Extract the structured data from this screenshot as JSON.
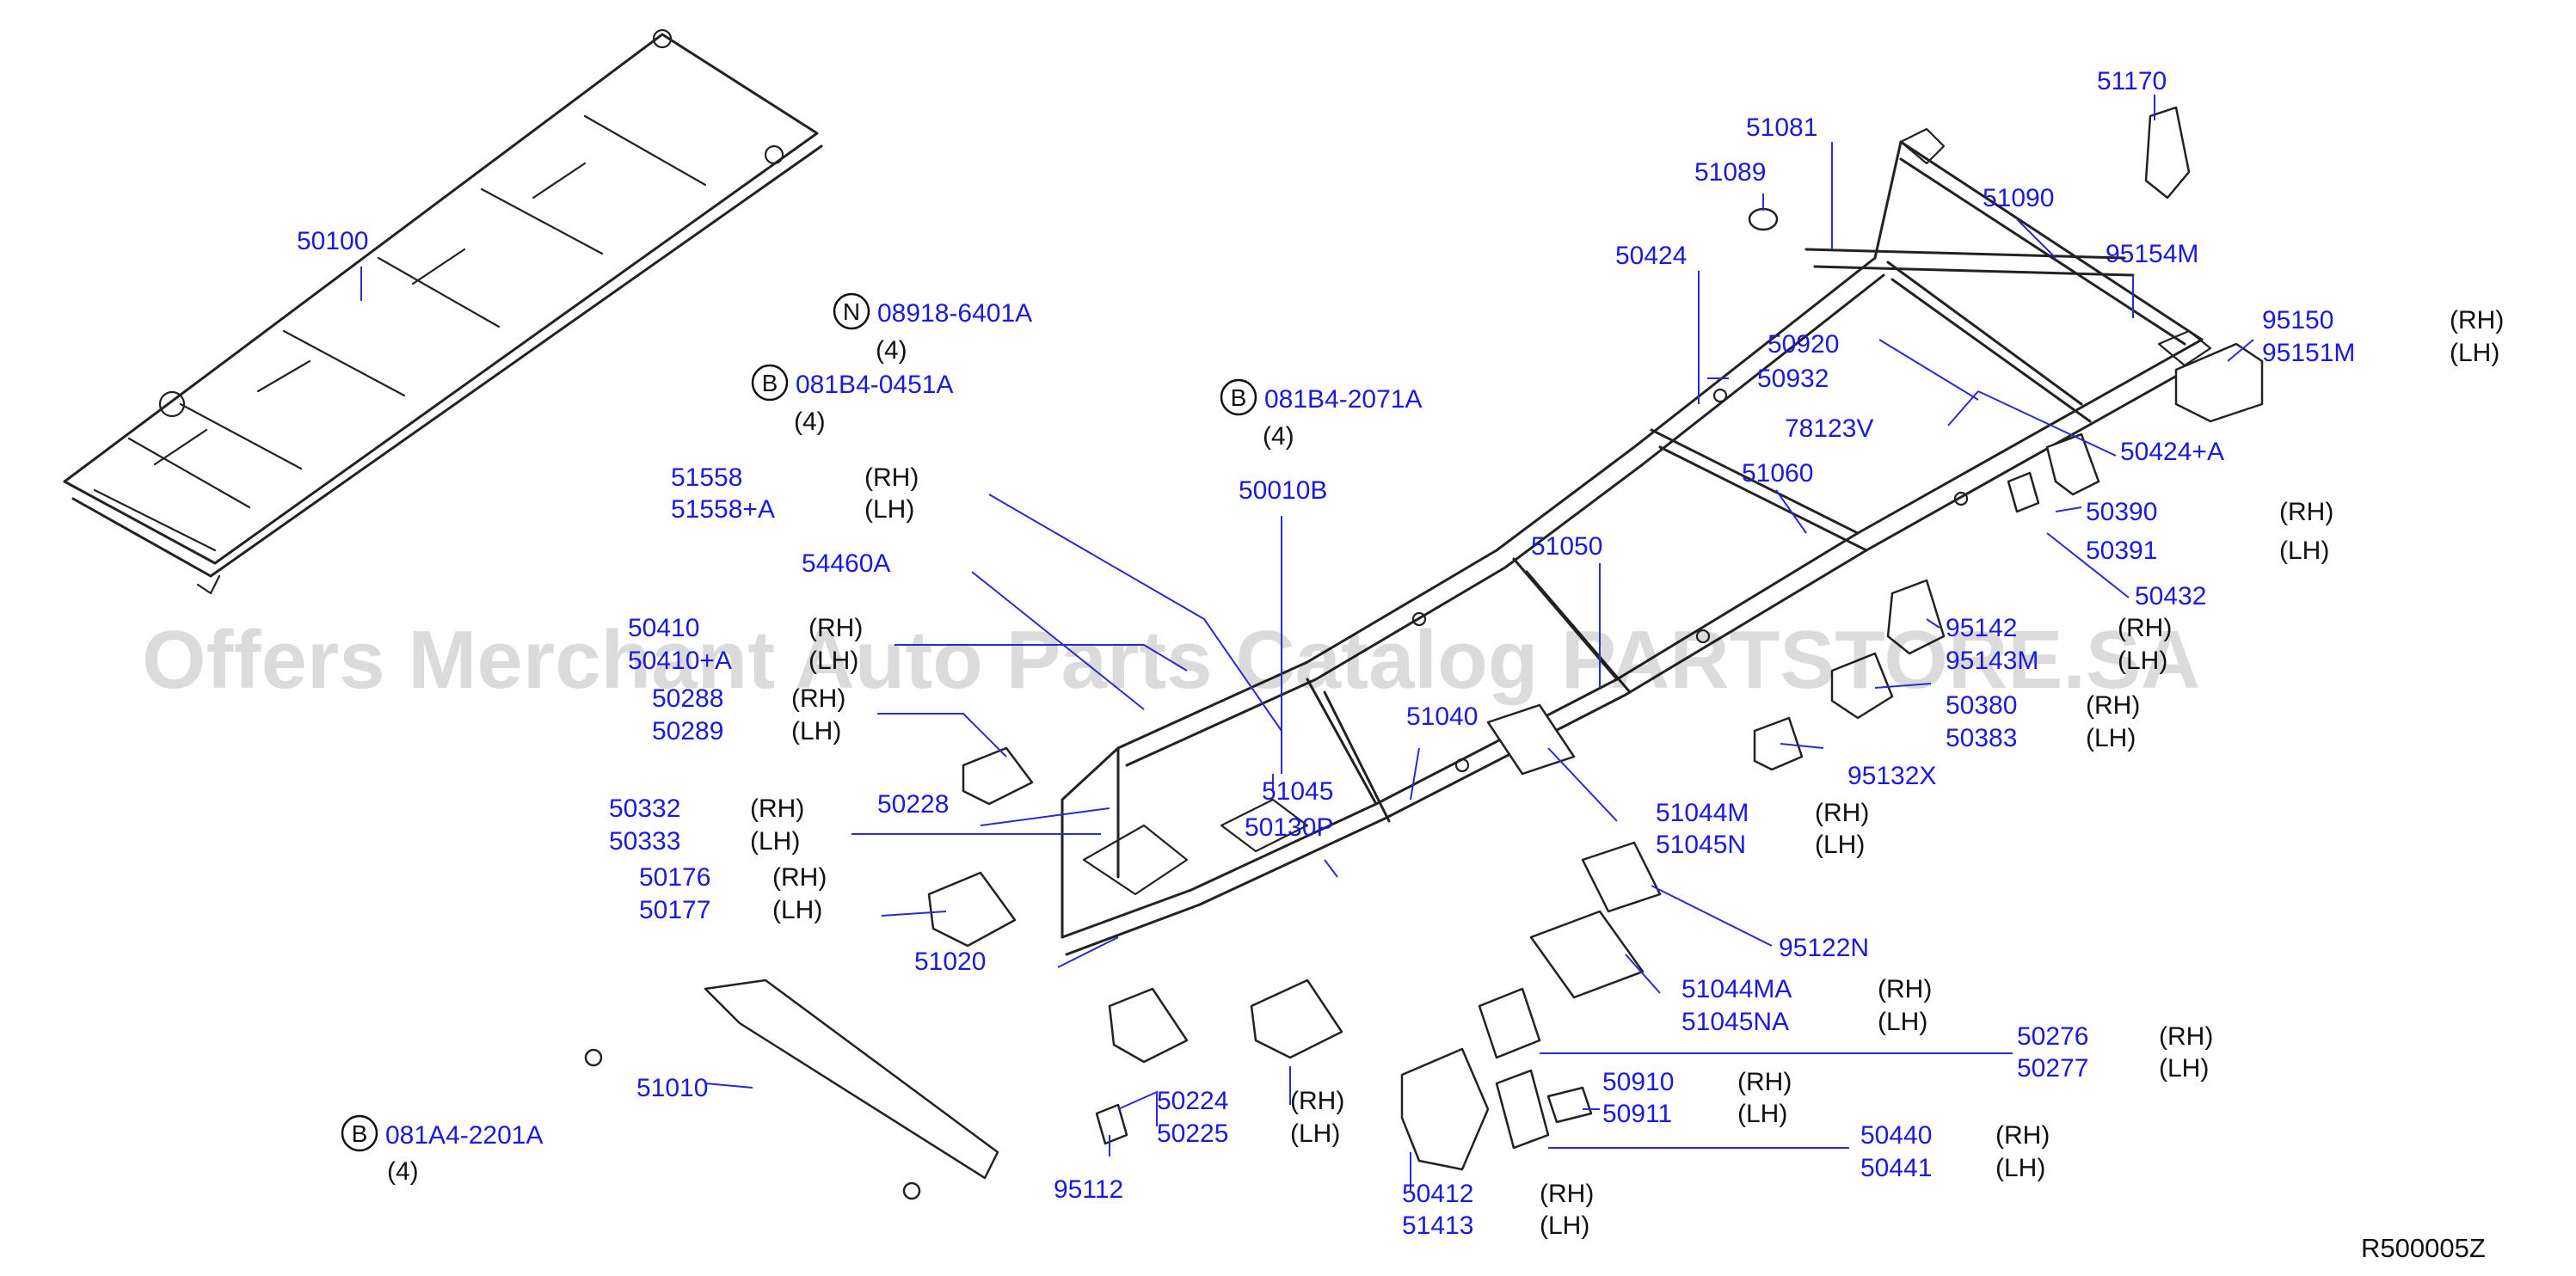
{
  "diagram_code": "R500005Z",
  "watermark": "Offers Merchant Auto Parts Catalog PARTSTORE.SA",
  "sides": {
    "rh": "(RH)",
    "lh": "(LH)"
  },
  "labels": {
    "p50100": "50100",
    "p51081": "51081",
    "p51170": "51170",
    "p51089": "51089",
    "p51090": "51090",
    "p50424": "50424",
    "p95154M": "95154M",
    "p95150": "95150",
    "p95151M": "95151M",
    "p50920": "50920",
    "p50932": "50932",
    "p78123V": "78123V",
    "p50424A": "50424+A",
    "p51060": "51060",
    "p50390": "50390",
    "p50391": "50391",
    "p51050": "51050",
    "p50432": "50432",
    "p95142": "95142",
    "p95143M": "95143M",
    "p51558": "51558",
    "p51558A": "51558+A",
    "p54460A": "54460A",
    "p50010B": "50010B",
    "p50410": "50410",
    "p50410A": "50410+A",
    "p50288": "50288",
    "p50289": "50289",
    "p50380": "50380",
    "p50383": "50383",
    "p51040": "51040",
    "p95132X": "95132X",
    "p51045": "51045",
    "p50228": "50228",
    "p50332": "50332",
    "p50333": "50333",
    "p50130P": "50130P",
    "p51044M": "51044M",
    "p51045N": "51045N",
    "p50176": "50176",
    "p50177": "50177",
    "p95122N": "95122N",
    "p51020": "51020",
    "p51044MA": "51044MA",
    "p51045NA": "51045NA",
    "p50276": "50276",
    "p50277": "50277",
    "p51010": "51010",
    "p50910": "50910",
    "p50911": "50911",
    "p50224": "50224",
    "p50225": "50225",
    "p50440": "50440",
    "p50441": "50441",
    "p95112": "95112",
    "p50412": "50412",
    "p51413": "51413"
  },
  "fasteners": [
    {
      "prefix": "N",
      "number": "08918-6401A",
      "qty": "(4)"
    },
    {
      "prefix": "B",
      "number": "081B4-0451A",
      "qty": "(4)"
    },
    {
      "prefix": "B",
      "number": "081B4-2071A",
      "qty": "(4)"
    },
    {
      "prefix": "B",
      "number": "081A4-2201A",
      "qty": "(4)"
    }
  ],
  "colors": {
    "part_number": "#1a1adc",
    "leader": "#2a2ad0",
    "line_art": "#222222"
  }
}
